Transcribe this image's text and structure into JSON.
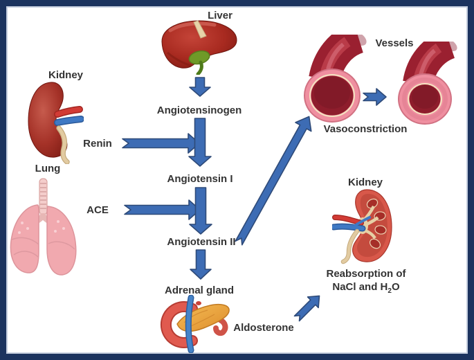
{
  "frame": {
    "border_color": "#1c335e",
    "inner_line_color": "#c6cede",
    "background": "#ffffff"
  },
  "palette": {
    "arrow_fill": "#3d6cb4",
    "arrow_outline": "#2e4a78",
    "label_color": "#333333",
    "organ_red": "#a82a20",
    "lung_pink": "#f1a9af",
    "vessel_wall_pink": "#ef8fa0",
    "vessel_lumen_red": "#8e1d2c",
    "pancreas_orange": "#e8a23c"
  },
  "labels": {
    "liver": "Liver",
    "kidney_left": "Kidney",
    "renin": "Renin",
    "lung": "Lung",
    "ace": "ACE",
    "angiotensinogen": "Angiotensinogen",
    "angiotensin_i": "Angiotensin I",
    "angiotensin_ii": "Angiotensin II",
    "adrenal_gland": "Adrenal gland",
    "aldosterone": "Aldosterone",
    "vessels": "Vessels",
    "vasoconstriction": "Vasoconstriction",
    "kidney_right": "Kidney",
    "reabsorption_line1": "Reabsorption of",
    "reabsorption_h": "NaCl and H",
    "reabsorption_sub": "2",
    "reabsorption_o": "O"
  }
}
